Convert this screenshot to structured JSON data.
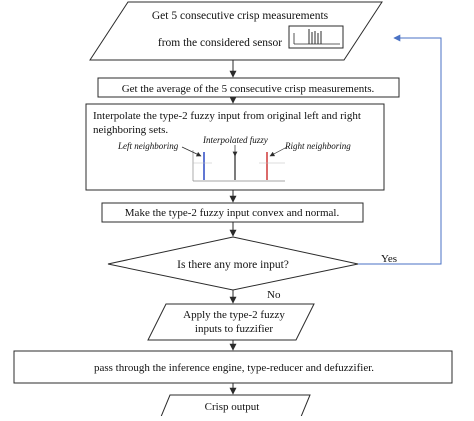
{
  "flowchart": {
    "step1": {
      "line1": "Get 5 consecutive crisp measurements",
      "line2": "from the considered sensor"
    },
    "step2": {
      "label": "Get the average of the 5 consecutive crisp measurements."
    },
    "step3": {
      "line1": "Interpolate the type-2 fuzzy input from original left and right",
      "line2": "neighboring sets.",
      "left_label": "Left neighboring",
      "mid_label": "Interpolated fuzzy",
      "right_label": "Right neighboring"
    },
    "step4": {
      "label": "Make the type-2 fuzzy input convex and normal."
    },
    "decision": {
      "label": "Is there any more input?",
      "yes": "Yes",
      "no": "No"
    },
    "step5": {
      "line1": "Apply the type-2 fuzzy",
      "line2": "inputs to fuzzifier"
    },
    "step6": {
      "label": "pass through the inference engine, type-reducer and defuzzifier."
    },
    "step7": {
      "label": "Crisp output"
    }
  },
  "colors": {
    "stroke": "#2b2b2b",
    "loop_arrow": "#4a72c4",
    "left_set": "#3a55c8",
    "right_set": "#d24545",
    "mid_set": "#444444"
  }
}
